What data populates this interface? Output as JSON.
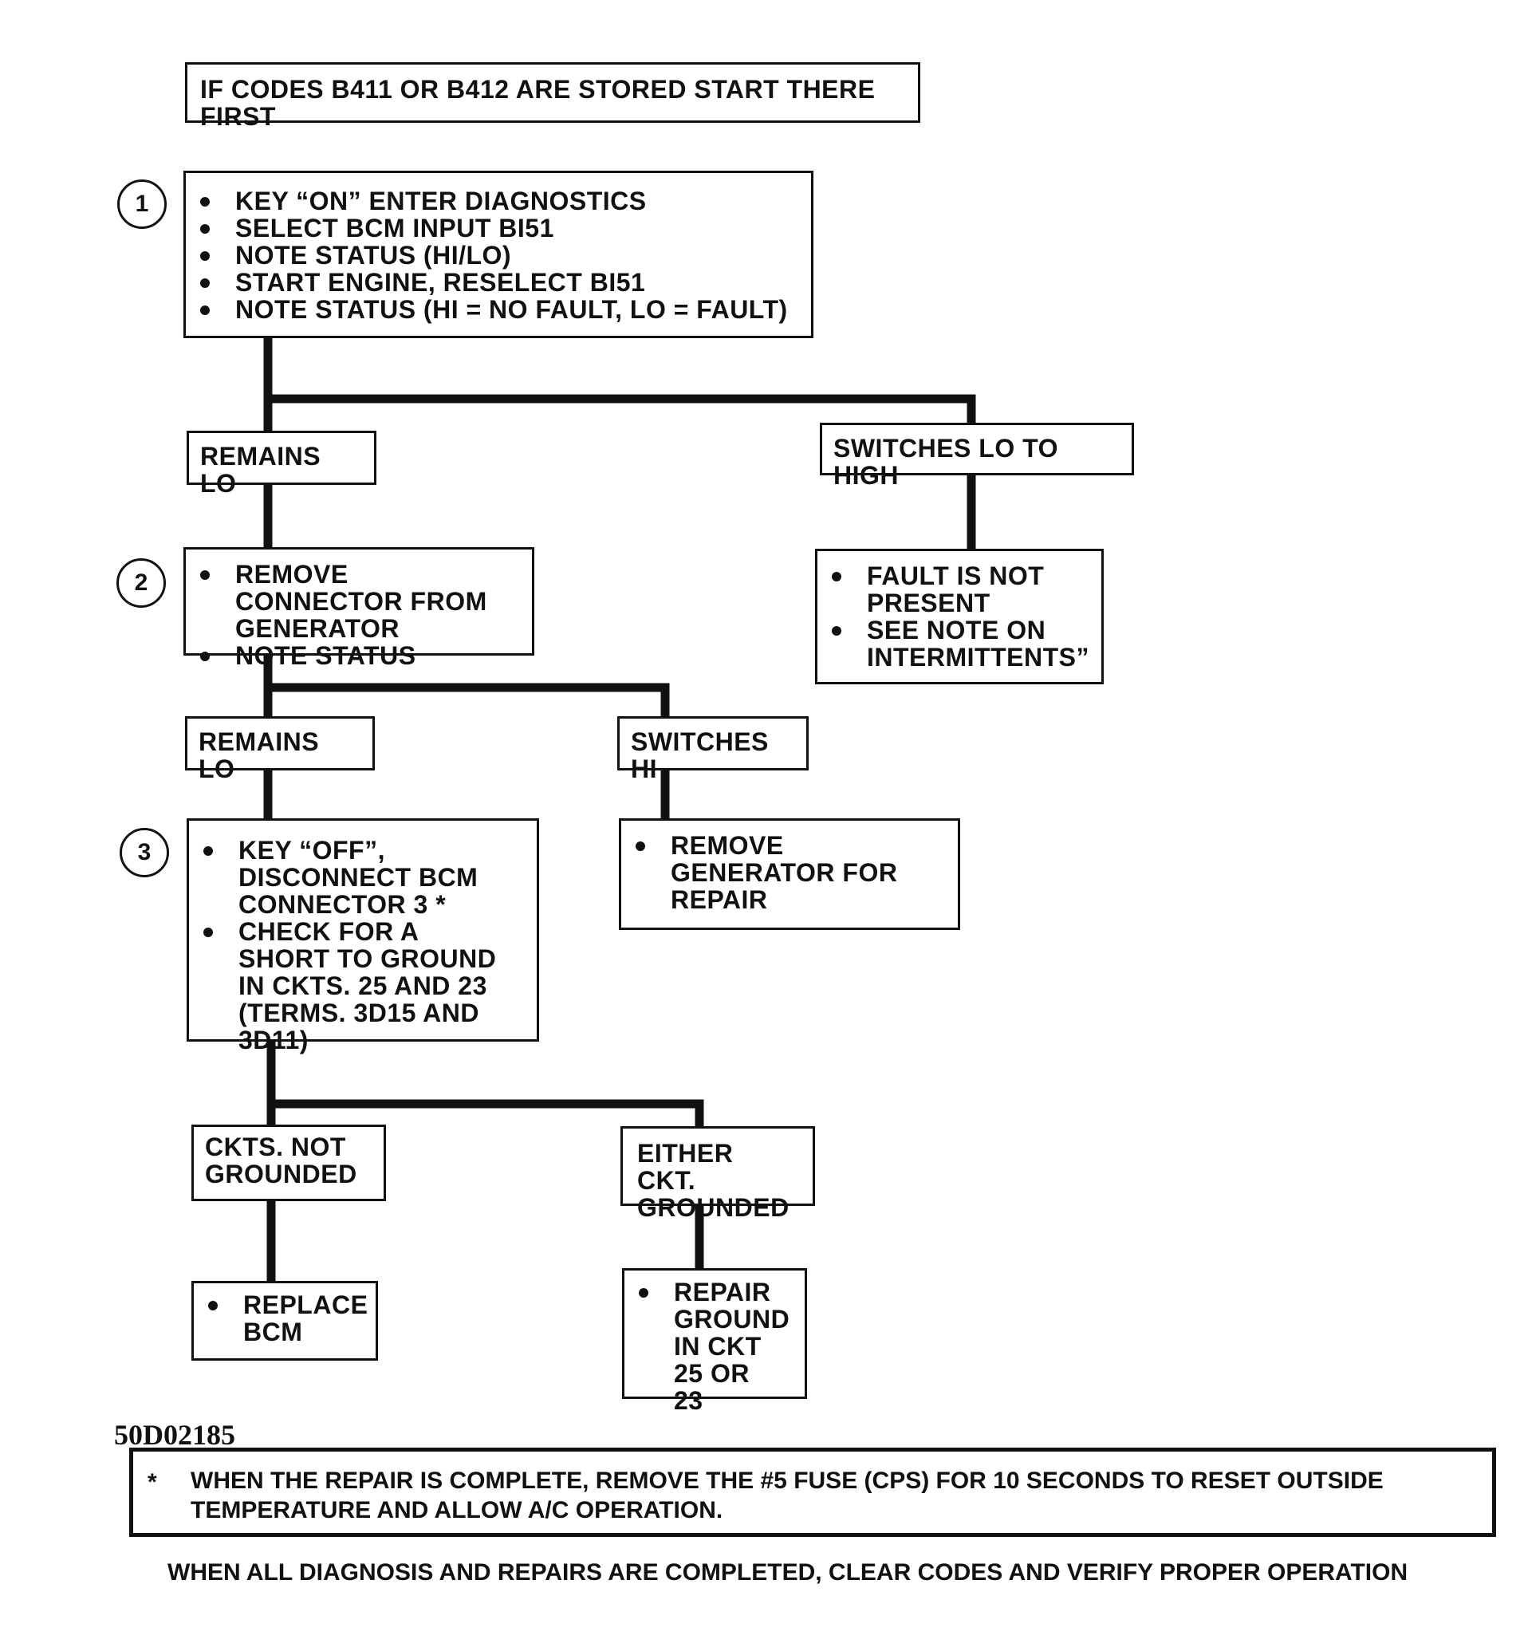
{
  "header_note": "IF CODES B411 OR B412 ARE STORED START THERE FIRST",
  "steps": [
    "1",
    "2",
    "3"
  ],
  "step1": [
    "KEY “ON” ENTER DIAGNOSTICS",
    "SELECT BCM INPUT BI51",
    "NOTE STATUS (HI/LO)",
    "START ENGINE, RESELECT BI51",
    "NOTE STATUS (HI = NO FAULT, LO = FAULT)"
  ],
  "branch1": {
    "left": "REMAINS LO",
    "right": "SWITCHES LO TO HIGH"
  },
  "step1_right": [
    "FAULT IS NOT PRESENT",
    "SEE NOTE ON INTERMITTENTS”"
  ],
  "step2": [
    "REMOVE CONNECTOR FROM GENERATOR",
    "NOTE STATUS"
  ],
  "branch2": {
    "left": "REMAINS LO",
    "right": "SWITCHES HI"
  },
  "step2_right": [
    "REMOVE GENERATOR FOR REPAIR"
  ],
  "step3": [
    "KEY “OFF”, DISCONNECT BCM CONNECTOR 3 *",
    "CHECK FOR A SHORT TO GROUND IN CKTS. 25 AND 23 (TERMS. 3D15 AND 3D11)"
  ],
  "branch3": {
    "left": "CKTS. NOT GROUNDED",
    "right": "EITHER CKT. GROUNDED"
  },
  "result_left": [
    "REPLACE BCM"
  ],
  "result_right": [
    "REPAIR GROUND IN CKT 25 OR 23"
  ],
  "figure_code": "50D02185",
  "footnote": {
    "marker": "*",
    "text": "WHEN THE REPAIR IS COMPLETE, REMOVE THE #5 FUSE (CPS) FOR 10 SECONDS TO RESET OUTSIDE TEMPERATURE AND ALLOW A/C OPERATION."
  },
  "final_note": "WHEN ALL DIAGNOSIS AND REPAIRS ARE COMPLETED, CLEAR CODES AND VERIFY PROPER OPERATION"
}
